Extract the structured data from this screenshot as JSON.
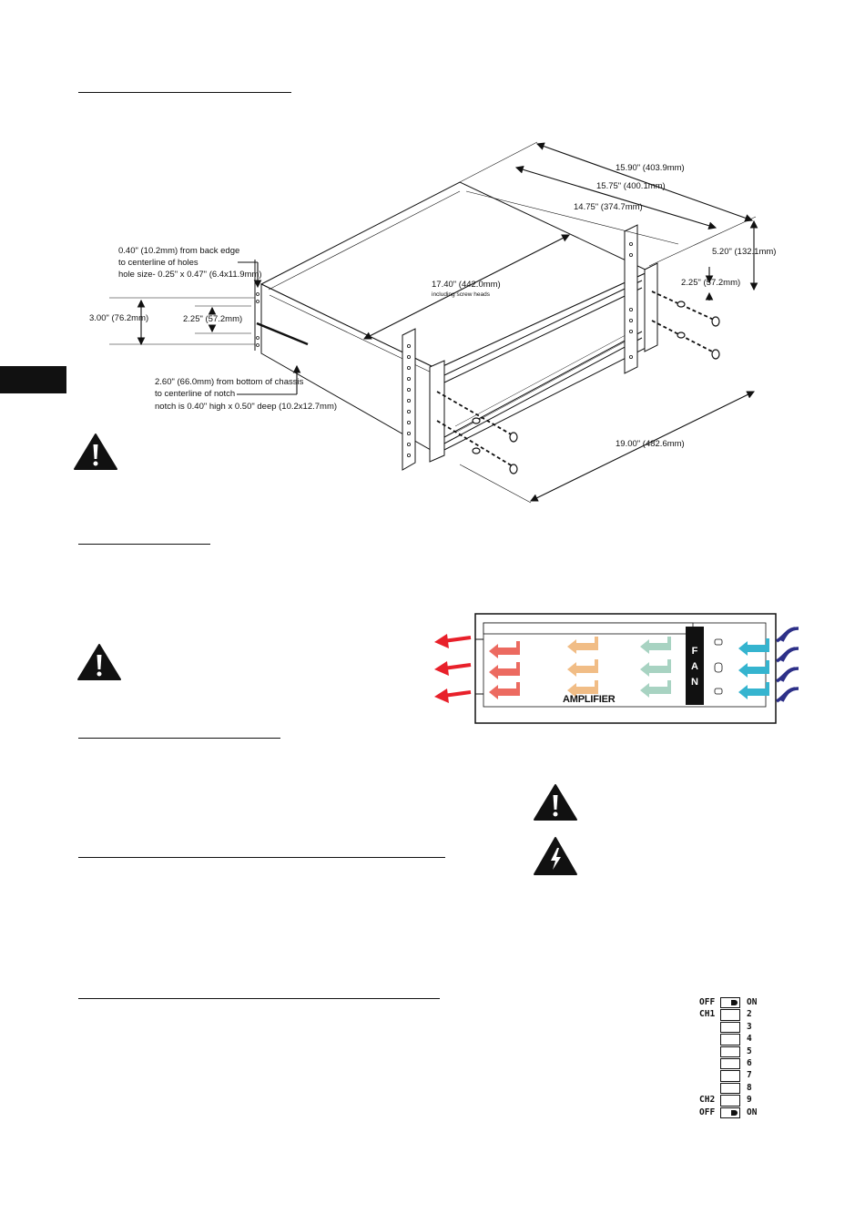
{
  "rack_diagram": {
    "depth_total": "15.90\" (403.9mm)",
    "depth_ears": "15.75\" (400.1mm)",
    "depth_body": "14.75\" (374.7mm)",
    "height": "5.20\" (132.1mm)",
    "ear_spacing_right": "2.25\" (57.2mm)",
    "width_body": "17.40\" (442.0mm)",
    "width_body_note": "including screw heads",
    "width_rack": "19.00\" (482.6mm)",
    "rear_hole_note_1": "0.40\" (10.2mm) from back edge",
    "rear_hole_note_2": "to centerline of holes",
    "rear_hole_note_3": "hole size- 0.25\" x 0.47\" (6.4x11.9mm)",
    "rear_outer_spacing": "3.00\" (76.2mm)",
    "rear_inner_spacing": "2.25\" (57.2mm)",
    "notch_note_1": "2.60\" (66.0mm) from bottom of chassis",
    "notch_note_2": "to centerline of notch",
    "notch_note_3": "notch is 0.40\" high x 0.50\" deep (10.2x12.7mm)"
  },
  "airflow_diagram": {
    "unit_label": "AMPLIFIER",
    "fan_letters": [
      "F",
      "A",
      "N"
    ],
    "colors": {
      "exhaust": "#e8202a",
      "hot": "#ec6a60",
      "warm": "#f1bd86",
      "cool": "#a8d3c2",
      "intake": "#35b4cf",
      "ambient": "#2d3088"
    }
  },
  "dip_switch": {
    "left_labels": [
      "OFF",
      "CH1",
      "",
      "",
      "",
      "",
      "",
      "",
      "CH2",
      "OFF"
    ],
    "right_labels": [
      "ON",
      "2",
      "3",
      "4",
      "5",
      "6",
      "7",
      "8",
      "9",
      "ON"
    ],
    "marked_positions": [
      1,
      10
    ]
  },
  "icons": [
    "warning-icon",
    "warning-icon",
    "warning-icon",
    "electric-shock-icon"
  ]
}
